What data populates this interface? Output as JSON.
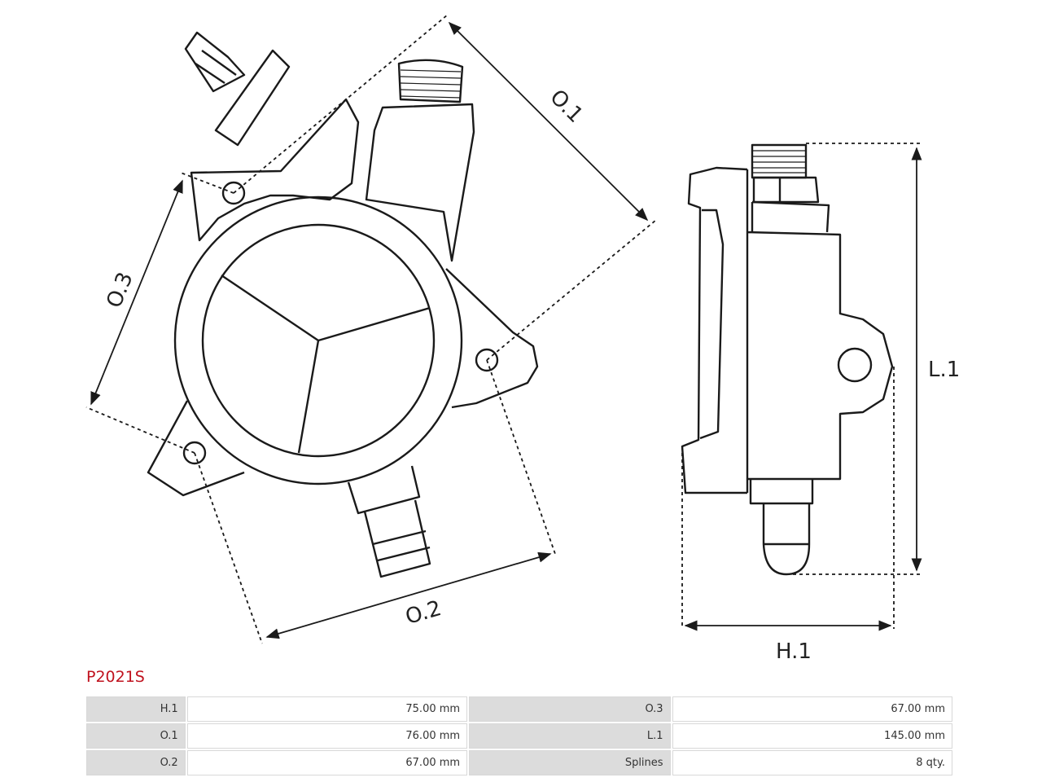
{
  "labels": {
    "o1": "O.1",
    "o2": "O.2",
    "o3": "O.3",
    "l1": "L.1",
    "h1": "H.1"
  },
  "part_code": "P2021S",
  "specs": [
    {
      "k1": "H.1",
      "v1": "75.00 mm",
      "k2": "O.3",
      "v2": "67.00 mm"
    },
    {
      "k1": "O.1",
      "v1": "76.00 mm",
      "k2": "L.1",
      "v2": "145.00 mm"
    },
    {
      "k1": "O.2",
      "v1": "67.00 mm",
      "k2": "Splines",
      "v2": "8 qty."
    }
  ],
  "colors": {
    "line": "#1a1a1a",
    "part_code": "#c0121e",
    "key_cell": "#dcdcdc"
  }
}
